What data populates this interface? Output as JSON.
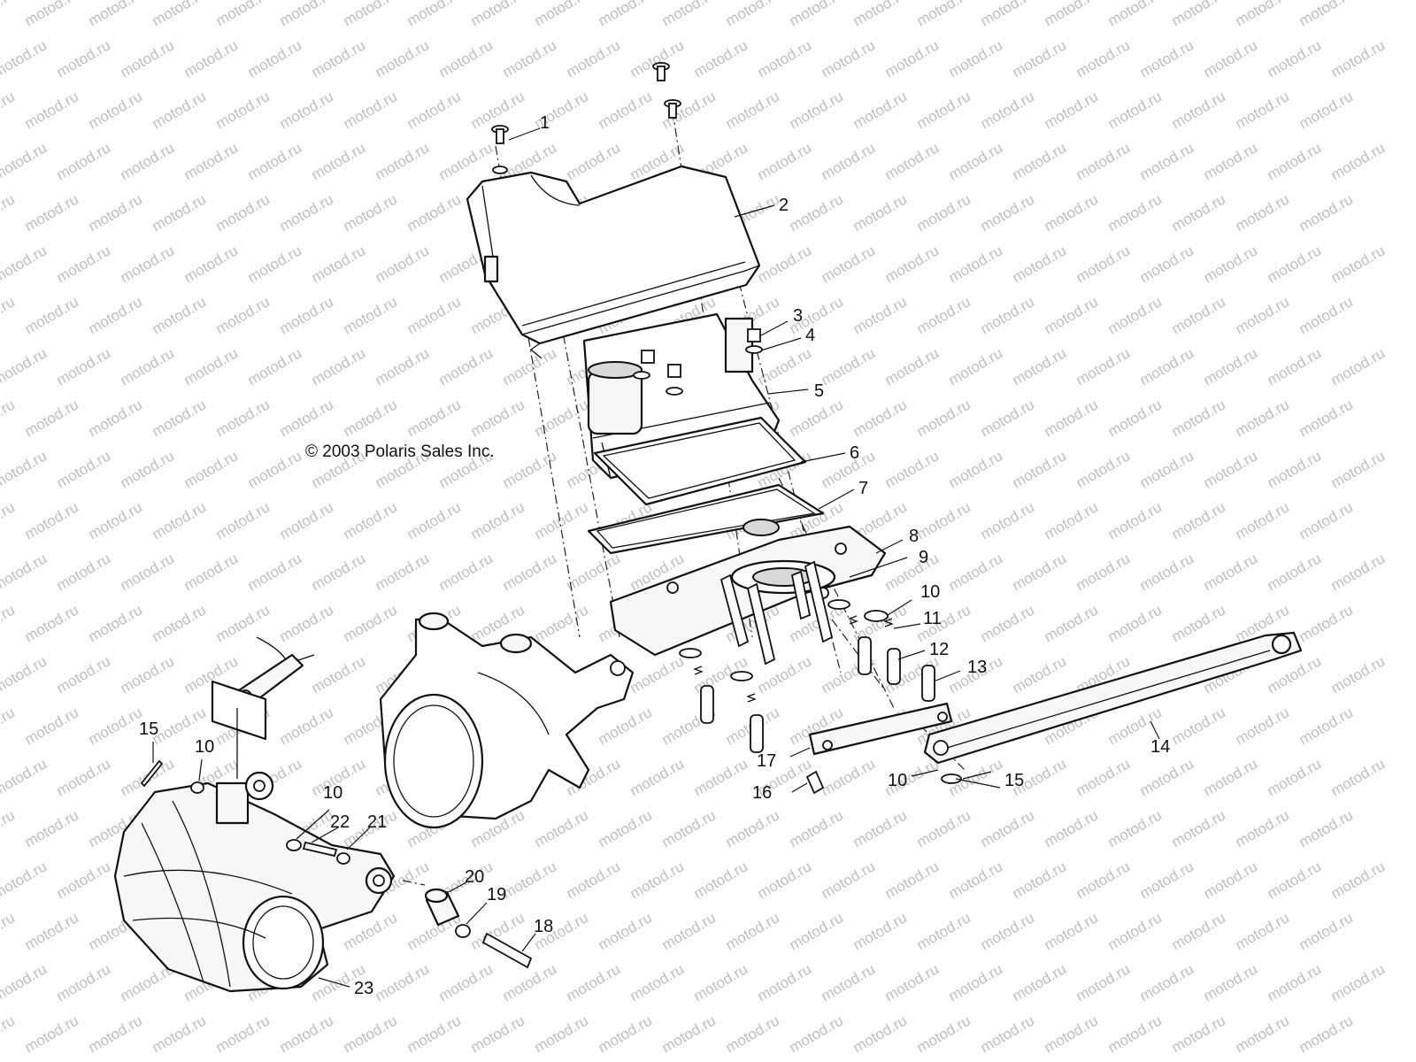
{
  "copyright": "© 2003 Polaris Sales Inc.",
  "watermark": "motod.ru",
  "colors": {
    "background": "#ffffff",
    "line": "#111111",
    "watermark": "#bfbfbf"
  },
  "callouts": [
    {
      "id": "c1",
      "label": "1"
    },
    {
      "id": "c2",
      "label": "2"
    },
    {
      "id": "c3",
      "label": "3"
    },
    {
      "id": "c4",
      "label": "4"
    },
    {
      "id": "c5",
      "label": "5"
    },
    {
      "id": "c6",
      "label": "6"
    },
    {
      "id": "c7",
      "label": "7"
    },
    {
      "id": "c8",
      "label": "8"
    },
    {
      "id": "c9",
      "label": "9"
    },
    {
      "id": "c10a",
      "label": "10"
    },
    {
      "id": "c11",
      "label": "11"
    },
    {
      "id": "c12",
      "label": "12"
    },
    {
      "id": "c13",
      "label": "13"
    },
    {
      "id": "c14",
      "label": "14"
    },
    {
      "id": "c15a",
      "label": "15"
    },
    {
      "id": "c16",
      "label": "16"
    },
    {
      "id": "c17",
      "label": "17"
    },
    {
      "id": "c10b",
      "label": "10"
    },
    {
      "id": "c15b",
      "label": "15"
    },
    {
      "id": "c15c",
      "label": "15"
    },
    {
      "id": "c10c",
      "label": "10"
    },
    {
      "id": "c10d",
      "label": "10"
    },
    {
      "id": "c22",
      "label": "22"
    },
    {
      "id": "c21",
      "label": "21"
    },
    {
      "id": "c20",
      "label": "20"
    },
    {
      "id": "c19",
      "label": "19"
    },
    {
      "id": "c18",
      "label": "18"
    },
    {
      "id": "c23",
      "label": "23"
    }
  ]
}
